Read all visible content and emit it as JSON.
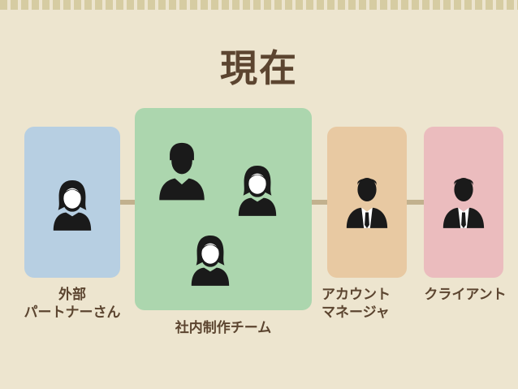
{
  "title": "現在",
  "nodes": {
    "external": {
      "label_line1": "外部",
      "label_line2": "パートナーさん",
      "color": "#b7cfe2"
    },
    "internal": {
      "label": "社内制作チーム",
      "color": "#acd6ae"
    },
    "account": {
      "label_line1": "アカウント",
      "label_line2": "マネージャ",
      "color": "#e8c9a2"
    },
    "client": {
      "label": "クライアント",
      "color": "#ebbcbe"
    }
  },
  "icons": [
    "woman-icon",
    "man-icon",
    "woman-icon",
    "woman-icon",
    "businessman-icon",
    "businessman-icon"
  ],
  "colors": {
    "background": "#ede5cf",
    "text": "#5c4530",
    "connector": "#c2b18e",
    "icon": "#1a1a1a"
  }
}
